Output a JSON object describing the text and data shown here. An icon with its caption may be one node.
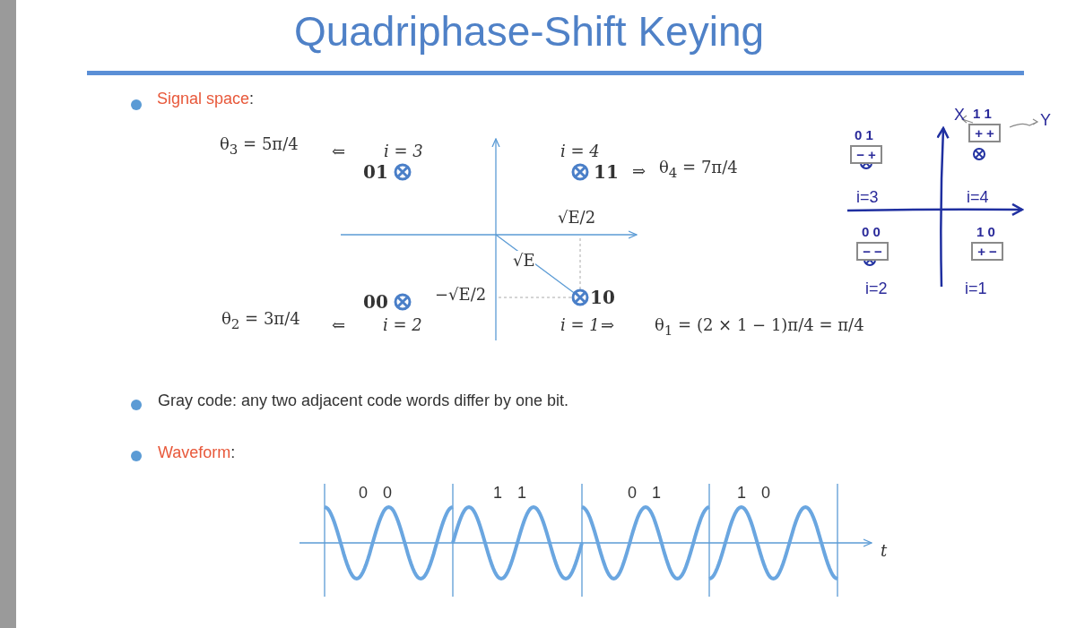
{
  "diagram": {
    "title": "Quadriphase-Shift Keying",
    "nodes": [
      {
        "text": [
          "− +"
        ]
      },
      {
        "text": [
          "+ +"
        ]
      },
      {
        "text": [
          "− −"
        ]
      },
      {
        "text": [
          "+ −"
        ]
      },
      {
        "text": [],
        "shape": "bar"
      }
    ],
    "labels": [
      "Signal space:",
      "θ$_{3}$ = 5π/4",
      "⇐",
      "i = 3",
      "01",
      "i = 4",
      "11",
      "⇒",
      "θ$_{4}$ = 7π/4",
      "√E/2",
      "√E",
      "−√E/2",
      "00",
      "10",
      "θ$_{2}$ = 3π/4",
      "⇐",
      "i = 2",
      "i = 1",
      "⇒",
      "θ$_{1}$ = (2 × 1 − 1)π/4 = π/4",
      "Gray code: any two adjacent code words differ by one bit.",
      "Waveform:",
      "0 0",
      "1 1",
      "0 1",
      "1 0",
      "t",
      "0 1",
      "1 1",
      "X",
      "Y",
      "i=3",
      "i=4",
      "0 0",
      "1 0",
      "i=2",
      "i=1"
    ]
  }
}
